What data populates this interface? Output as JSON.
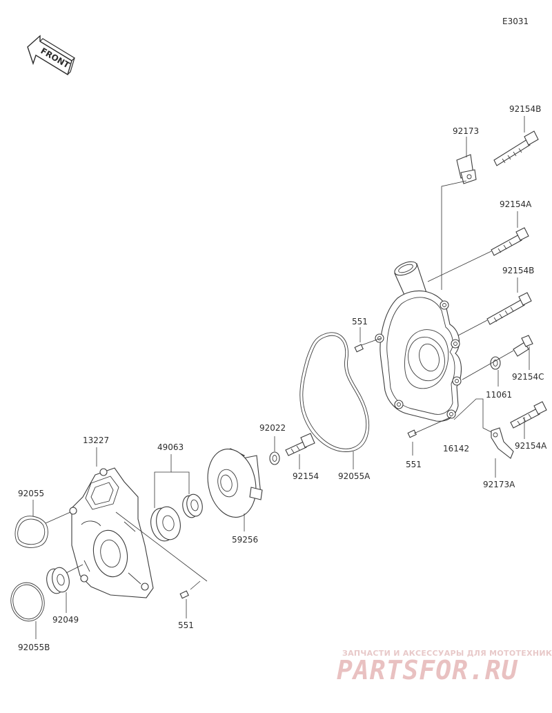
{
  "diagram_code": "E3031",
  "front_label": "FRONT",
  "labels": {
    "p92154B_top": "92154B",
    "p92173": "92173",
    "p92154A_top": "92154A",
    "p92154B_mid": "92154B",
    "p551_top": "551",
    "p92154C": "92154C",
    "p11061": "11061",
    "p16142": "16142",
    "p551_right": "551",
    "p92154A_bot": "92154A",
    "p92173A": "92173A",
    "p92022": "92022",
    "p92154": "92154",
    "p92055A": "92055A",
    "p49063": "49063",
    "p59256": "59256",
    "p13227": "13227",
    "p92055": "92055",
    "p92049": "92049",
    "p551_bot": "551",
    "p92055B": "92055B"
  },
  "watermark": {
    "tagline": "ЗАПЧАСТИ И АКСЕССУАРЫ ДЛЯ МОТОТЕХНИКИ",
    "brand": "PARTSFOR.RU",
    "color": "#e9c1c1"
  }
}
